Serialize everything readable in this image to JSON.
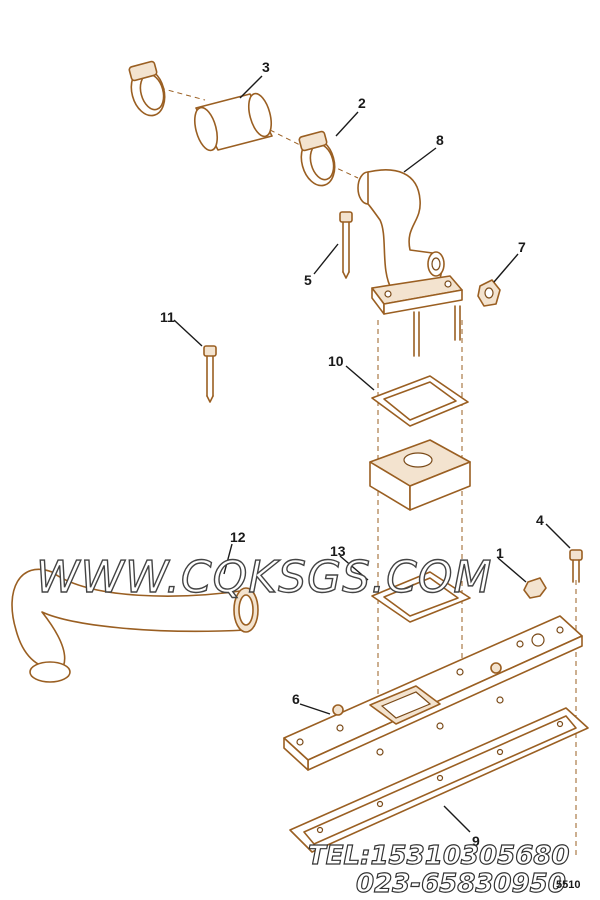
{
  "callouts": {
    "n1": "1",
    "n2": "2",
    "n3": "3",
    "n4": "4",
    "n5": "5",
    "n6": "6",
    "n7": "7",
    "n8": "8",
    "n9": "9",
    "n10": "10",
    "n11": "11",
    "n12": "12",
    "n13": "13"
  },
  "watermark": {
    "site": "WWW.CQKSGS.COM",
    "tel": "TEL:15310305680",
    "phone": "023-65830950",
    "corner_code": "5510"
  },
  "colors": {
    "line_art": "#9a5f22",
    "callout_text": "#1a1a1a",
    "background": "#ffffff"
  }
}
